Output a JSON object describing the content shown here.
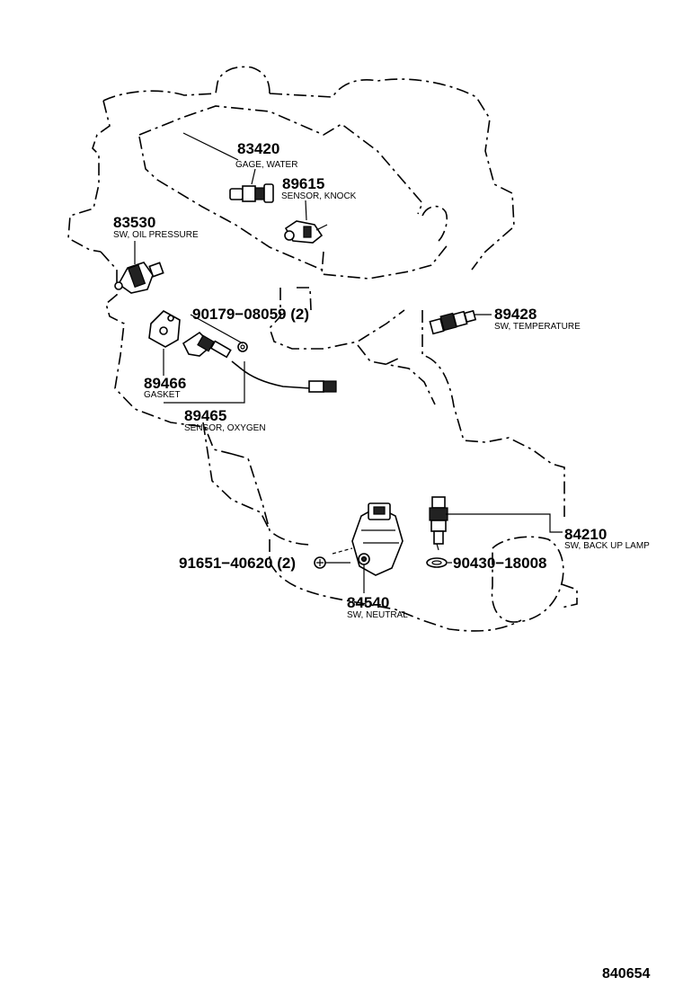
{
  "parts": [
    {
      "id": "p83420",
      "number": "83420",
      "description": "GAGE, WATER"
    },
    {
      "id": "p89615",
      "number": "89615",
      "description": "SENSOR, KNOCK"
    },
    {
      "id": "p83530",
      "number": "83530",
      "description": "SW, OIL PRESSURE"
    },
    {
      "id": "p90179",
      "number": "90179−08059 (2)",
      "description": ""
    },
    {
      "id": "p89428",
      "number": "89428",
      "description": "SW, TEMPERATURE"
    },
    {
      "id": "p89466",
      "number": "89466",
      "description": "GASKET"
    },
    {
      "id": "p89465",
      "number": "89465",
      "description": "SENSOR, OXYGEN"
    },
    {
      "id": "p84210",
      "number": "84210",
      "description": "SW, BACK UP LAMP"
    },
    {
      "id": "p91651",
      "number": "91651−40620 (2)",
      "description": ""
    },
    {
      "id": "p90430",
      "number": "90430−18008",
      "description": ""
    },
    {
      "id": "p84540",
      "number": "84540",
      "description": "SW, NEUTRAL"
    }
  ],
  "diagram_code": "840654"
}
